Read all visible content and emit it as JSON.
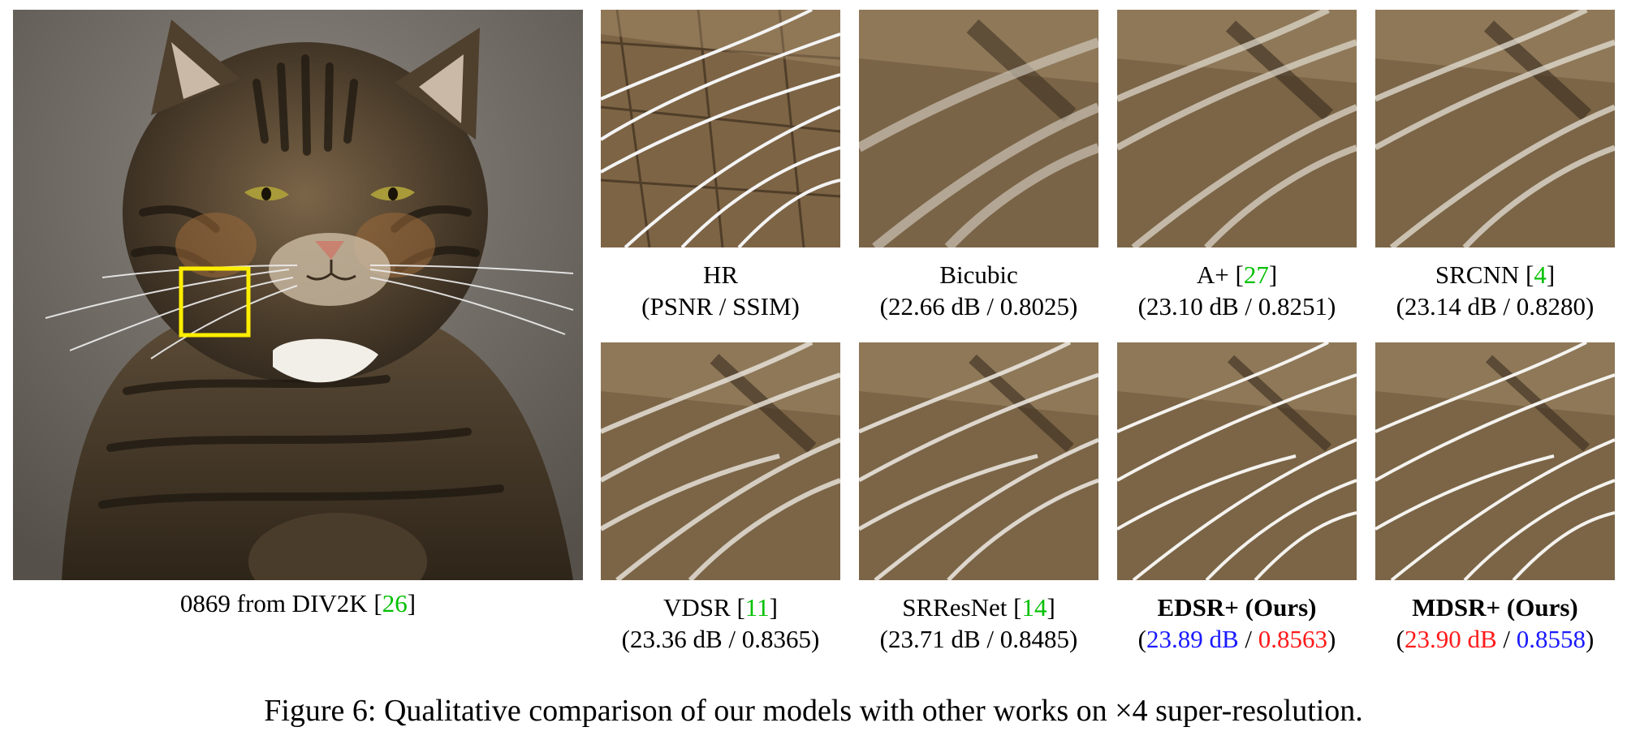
{
  "main_image": {
    "caption_prefix": "0869 from DIV2K [",
    "caption_ref": "26",
    "caption_suffix": "]",
    "colors": {
      "highlight_box": "#ffee00",
      "reference_link": "#00c000"
    }
  },
  "panels": [
    {
      "name": "HR",
      "ref": "",
      "metrics": "(PSNR / SSIM)"
    },
    {
      "name": "Bicubic",
      "ref": "",
      "metrics": "(22.66 dB / 0.8025)"
    },
    {
      "name": "A+",
      "ref": "27",
      "metrics": "(23.10 dB / 0.8251)"
    },
    {
      "name": "SRCNN",
      "ref": "4",
      "metrics": "(23.14 dB / 0.8280)"
    },
    {
      "name": "VDSR",
      "ref": "11",
      "metrics": "(23.36 dB / 0.8365)"
    },
    {
      "name": "SRResNet",
      "ref": "14",
      "metrics": "(23.71 dB / 0.8485)"
    },
    {
      "name": "EDSR+ (Ours)",
      "psnr": "23.89 dB",
      "ssim": "0.8563"
    },
    {
      "name": "MDSR+ (Ours)",
      "psnr": "23.90 dB",
      "ssim": "0.8558"
    }
  ],
  "figure_caption": {
    "prefix": "Figure 6: Qualitative comparison of our models with other works on ",
    "symbol": "×4",
    "suffix": " super-resolution."
  },
  "colors": {
    "best": "#ff1a1a",
    "second": "#1a1aff",
    "reference": "#00c000"
  }
}
